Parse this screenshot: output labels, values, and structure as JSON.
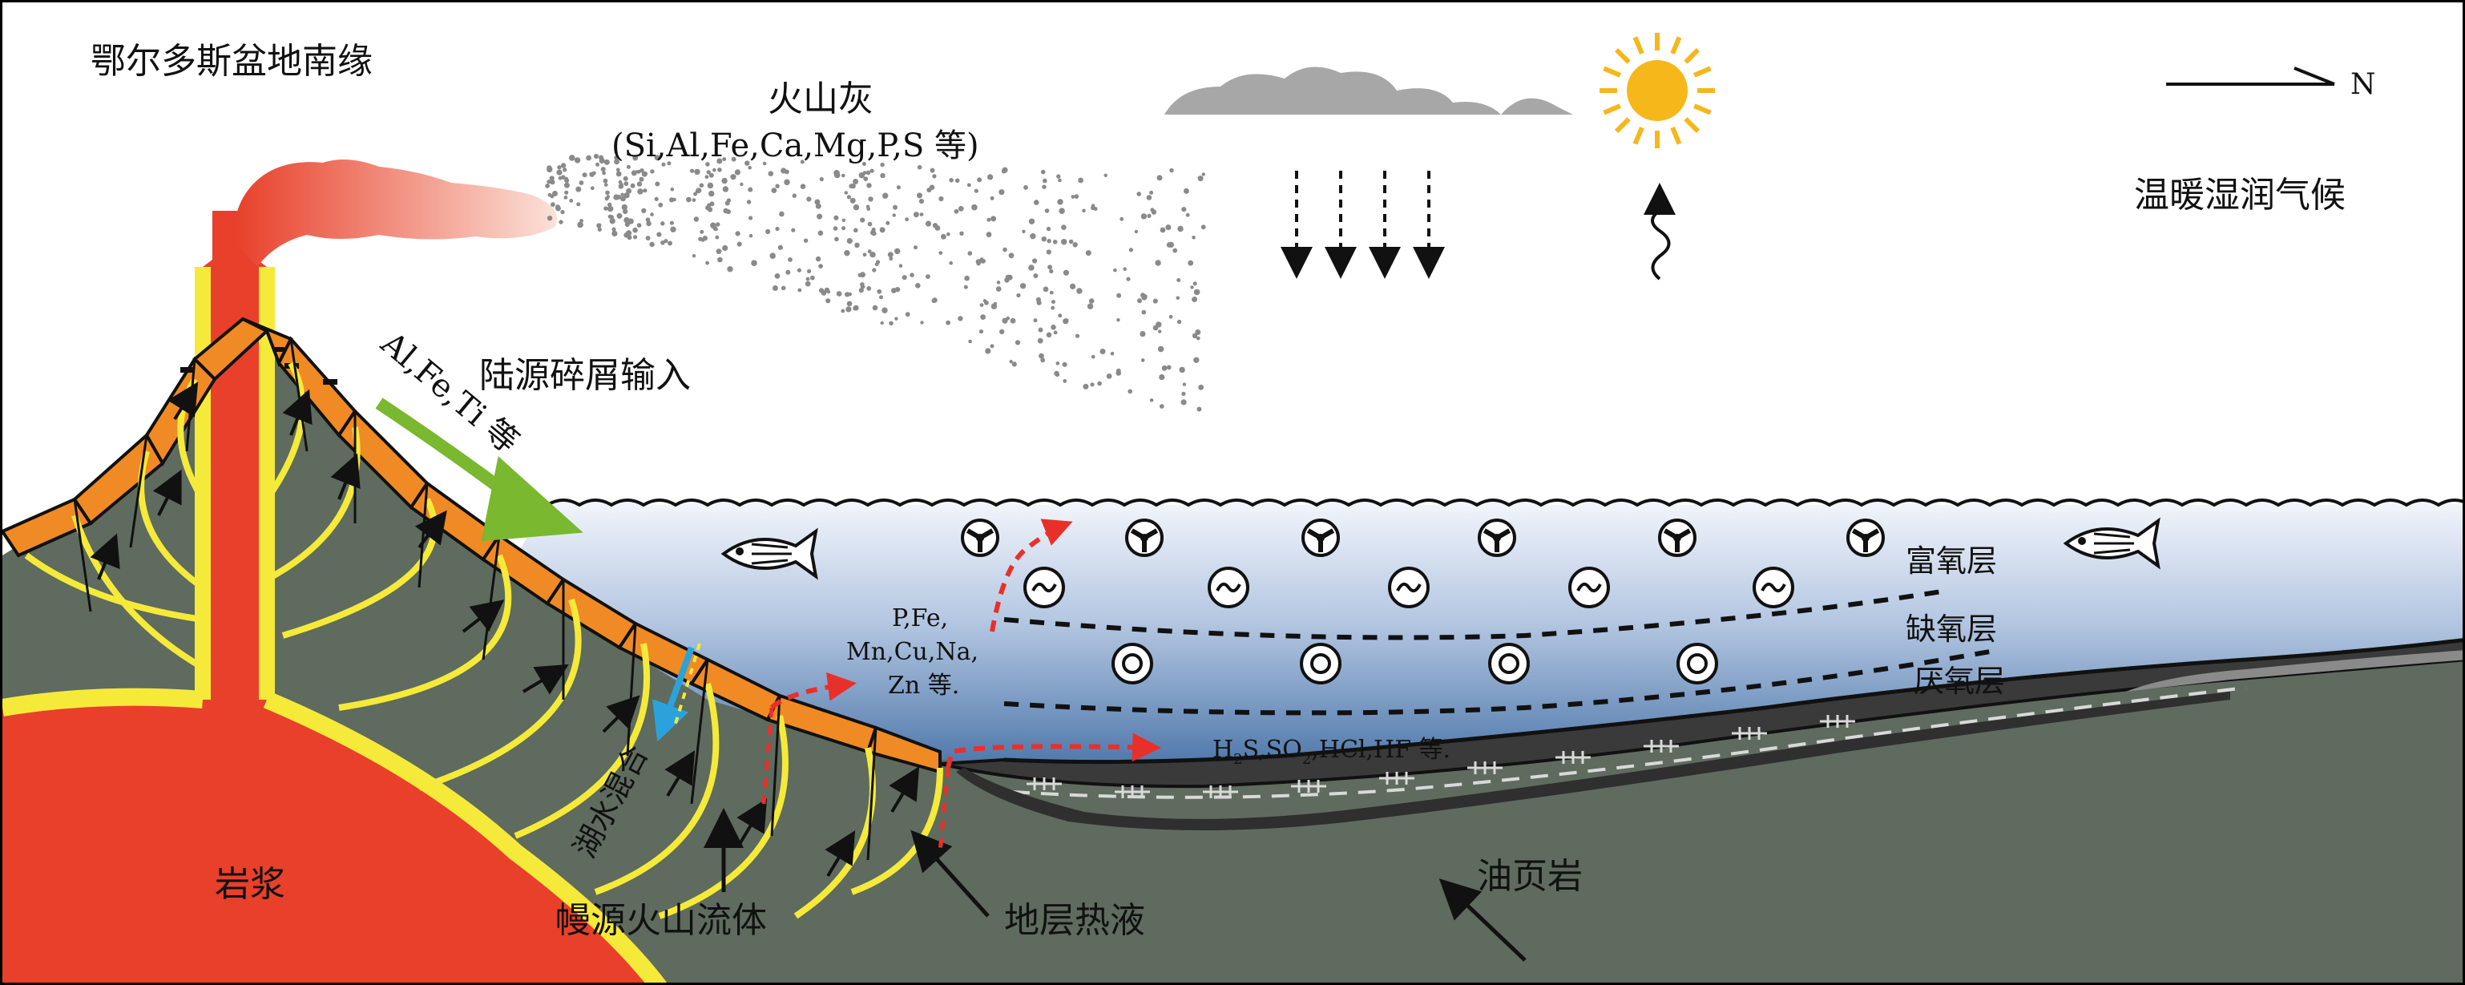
{
  "title": "鄂尔多斯盆地南缘",
  "north": "N",
  "climate": "温暖湿润气候",
  "ash_label": "火山灰",
  "ash_elements": "(Si,Al,Fe,Ca,Mg,P,S 等)",
  "detritus_label": "陆源碎屑输入",
  "detritus_elements": "Al,Fe,Ti 等",
  "vent_elements": [
    "P,Fe,",
    "Mn,Cu,Na,",
    "Zn 等."
  ],
  "gases": {
    "h": "H",
    "sub2a": "2",
    "s": "S,SO",
    "sub2b": "2",
    "rest": ",HCl,HF 等."
  },
  "layers": {
    "oxic": "富氧层",
    "dysoxic": "缺氧层",
    "anoxic": "厌氧层"
  },
  "labels": {
    "magma": "岩浆",
    "lake_mix": "湖水混合",
    "mantle_fluid": "幔源火山流体",
    "formation_fluid": "地层热液",
    "oil_shale": "油页岩"
  },
  "colors": {
    "magma": "#e8402a",
    "dike": "#f5ea3a",
    "crust": "#f08a24",
    "rock": "#5e6b5e",
    "water_top": "#eef2fa",
    "water_bottom": "#4f79ad",
    "shale": "#3b3b3b",
    "green_arrow": "#79b82f",
    "red_arrow": "#e8302a",
    "blue_arrow": "#2aa3dc",
    "cloud": "#a7a7a7",
    "sun": "#f5b71a"
  }
}
